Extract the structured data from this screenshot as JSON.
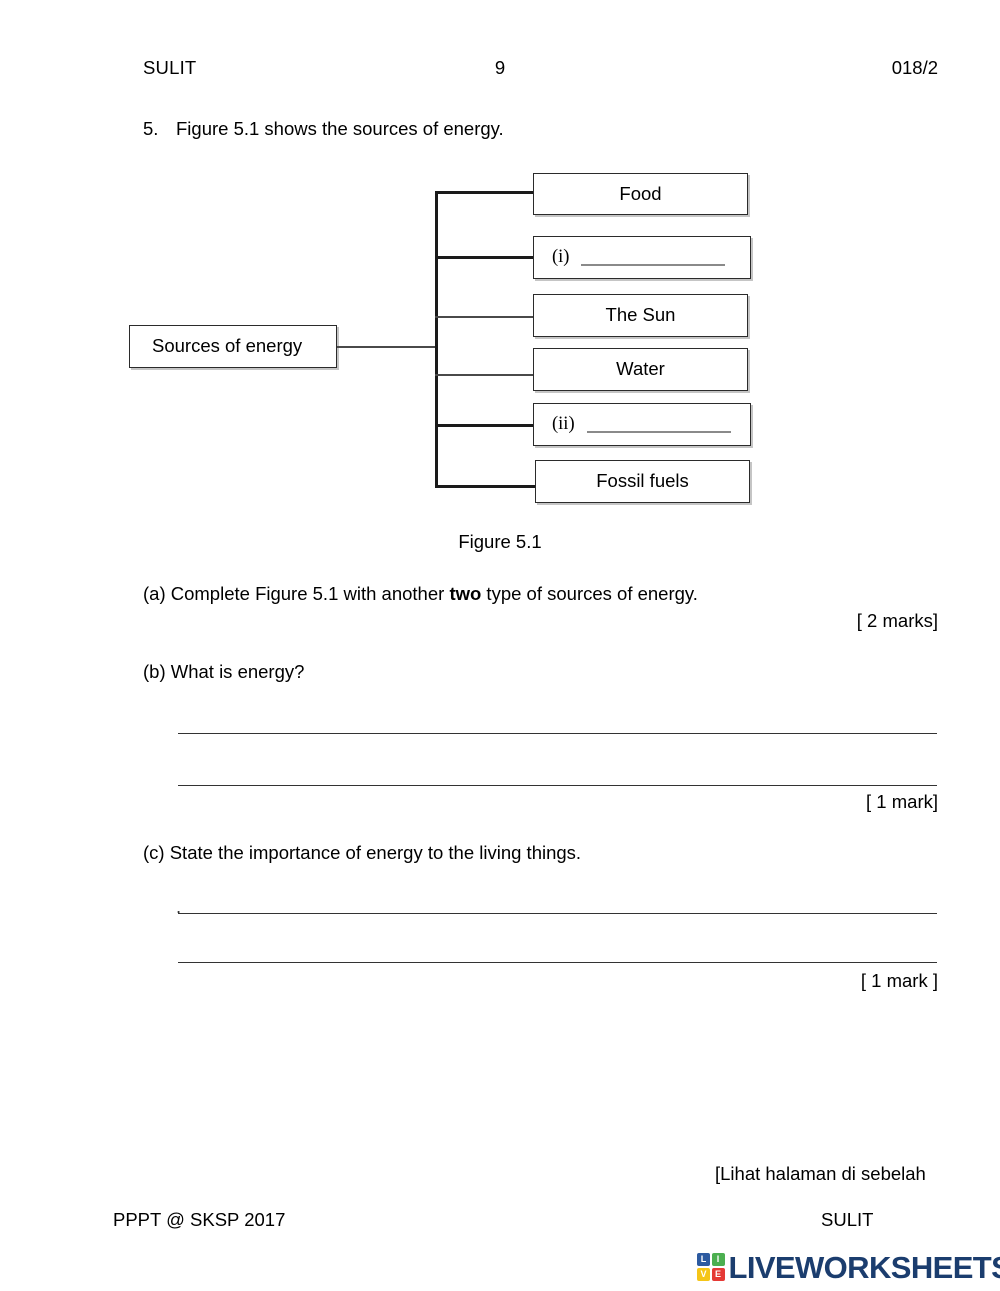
{
  "header": {
    "left": "SULIT",
    "page_number": "9",
    "paper_code": "018/2"
  },
  "question": {
    "number": "5.",
    "stem": "Figure 5.1 shows the sources of energy."
  },
  "diagram": {
    "root_label": "Sources of energy",
    "caption": "Figure 5.1",
    "nodes": [
      {
        "label": "Food",
        "type": "filled"
      },
      {
        "label": "(i)",
        "type": "blank"
      },
      {
        "label": "The Sun",
        "type": "filled"
      },
      {
        "label": "Water",
        "type": "filled"
      },
      {
        "label": "(ii)",
        "type": "blank"
      },
      {
        "label": "Fossil fuels",
        "type": "filled"
      }
    ]
  },
  "parts": {
    "a": {
      "prefix": "(a) Complete Figure 5.1 with another ",
      "emphasis": "two",
      "suffix": " type of sources of energy.",
      "marks": "[ 2 marks]"
    },
    "b": {
      "text": "(b) What is energy?",
      "marks": "[ 1 mark]"
    },
    "c": {
      "text": "(c) State the importance of energy to the living things.",
      "marks": "[ 1 mark ]",
      "leading_dot": "."
    }
  },
  "footer": {
    "left": "PPPT @ SKSP 2017",
    "note": "[Lihat halaman di sebelah",
    "right": "SULIT"
  },
  "logo": {
    "wordmark": "LIVEWORKSHEETS",
    "tiles": [
      {
        "letter": "L",
        "color": "#2c5aa0"
      },
      {
        "letter": "I",
        "color": "#4caf50"
      },
      {
        "letter": "V",
        "color": "#f5c518"
      },
      {
        "letter": "E",
        "color": "#e53935"
      }
    ],
    "wordmark_color": "#1b3d6e"
  }
}
